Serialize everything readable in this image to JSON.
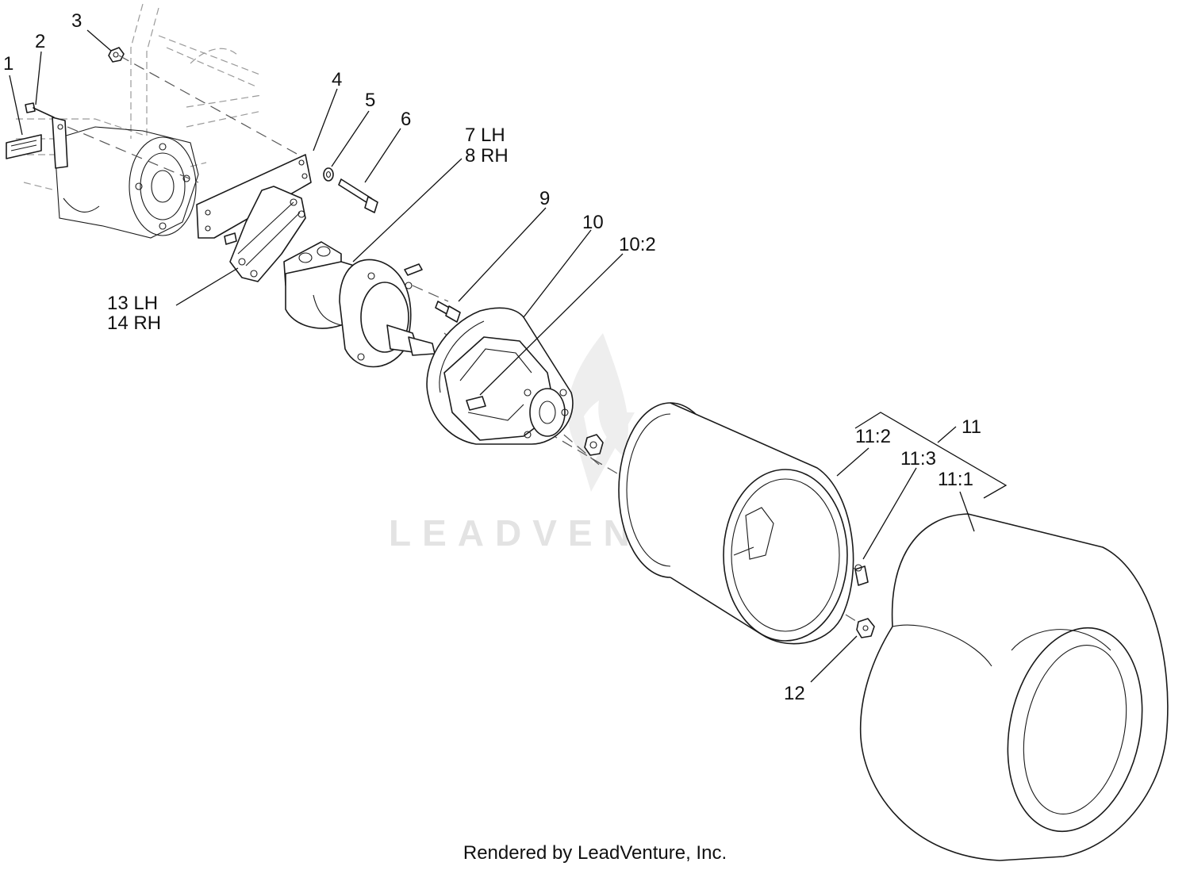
{
  "callouts": [
    {
      "id": "1",
      "text": "1"
    },
    {
      "id": "2",
      "text": "2"
    },
    {
      "id": "3",
      "text": "3"
    },
    {
      "id": "4",
      "text": "4"
    },
    {
      "id": "5",
      "text": "5"
    },
    {
      "id": "6",
      "text": "6"
    },
    {
      "id": "7",
      "text": "7  LH"
    },
    {
      "id": "8",
      "text": "8  RH"
    },
    {
      "id": "9",
      "text": "9"
    },
    {
      "id": "10",
      "text": "10"
    },
    {
      "id": "10_2",
      "text": "10:2"
    },
    {
      "id": "11",
      "text": "11"
    },
    {
      "id": "11_1",
      "text": "11:1"
    },
    {
      "id": "11_2",
      "text": "11:2"
    },
    {
      "id": "11_3",
      "text": "11:3"
    },
    {
      "id": "12",
      "text": "12"
    },
    {
      "id": "13",
      "text": "13  LH"
    },
    {
      "id": "14",
      "text": "14  RH"
    }
  ],
  "watermark": {
    "text": "LEADVENTURE",
    "color": "#e3e3e3"
  },
  "footer": {
    "text": "Rendered by LeadVenture, Inc."
  },
  "colors": {
    "line": "#1a1a1a",
    "ghost": "#9a9a9a",
    "background": "#ffffff"
  }
}
